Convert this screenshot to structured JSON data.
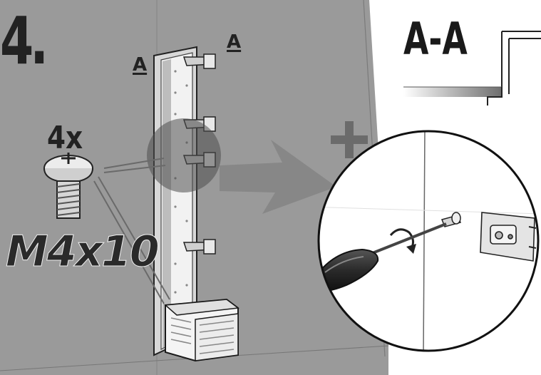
{
  "diagram": {
    "step_number": "4.",
    "screw_quantity": "4x",
    "screw_size": "M4x10",
    "section_marker": "A",
    "section_title": "A-A"
  },
  "colors": {
    "wall": "#9a9a9a",
    "panel": "#e6e6e6",
    "arrow": "#858585",
    "highlight": "#4f4f4f",
    "screwdriver": "#2b2b2b"
  },
  "icons": [
    "plus-icon",
    "rotation-arrow-icon",
    "callout-arrow-icon",
    "screw-icon",
    "screwdriver-icon",
    "basket-icon"
  ]
}
